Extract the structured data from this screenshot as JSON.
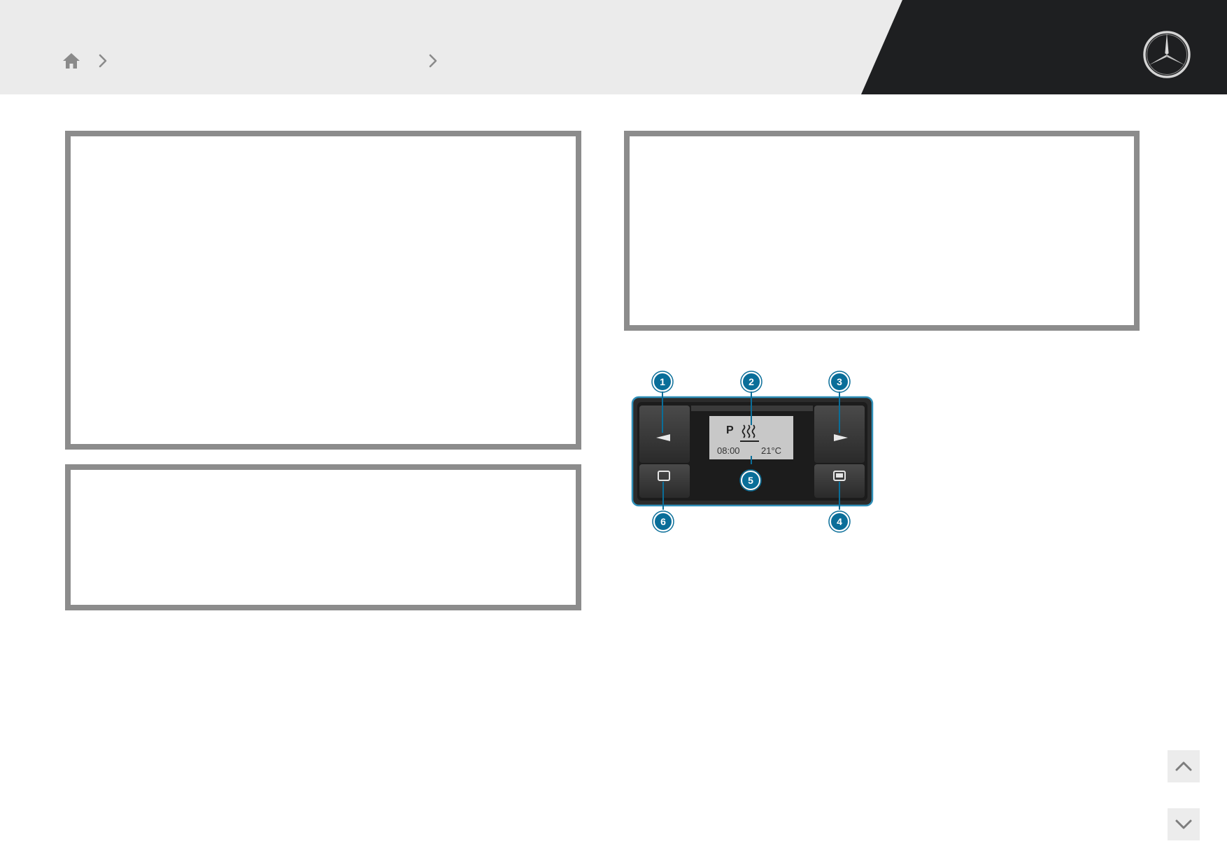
{
  "header": {
    "breadcrumb": {
      "home_icon": "home-icon",
      "separators": [
        "chevron-right-icon",
        "chevron-right-icon"
      ]
    },
    "logo_icon": "mercedes-benz-star-logo",
    "colors": {
      "header_light": "#ebebeb",
      "header_dark": "#1e1f21"
    }
  },
  "figure": {
    "display": {
      "mode": "P",
      "heat_icon": "heating-icon",
      "time": "08:00",
      "temperature": "21°C"
    },
    "callouts": [
      "1",
      "2",
      "3",
      "4",
      "5",
      "6"
    ],
    "callout_color": "#0a6e99"
  },
  "navigation": {
    "scroll_up_icon": "chevron-up-icon",
    "scroll_down_icon": "chevron-down-icon"
  }
}
